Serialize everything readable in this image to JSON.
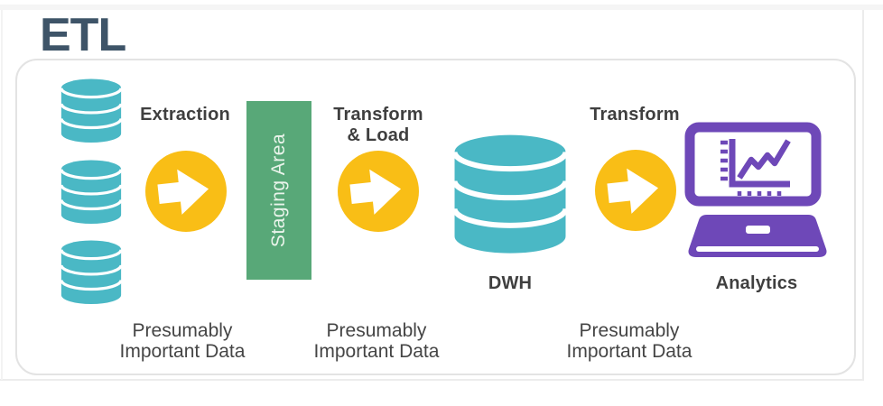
{
  "title": "ETL",
  "colors": {
    "teal": "#4AB8C5",
    "yellow": "#F9BE16",
    "green": "#58A878",
    "purple": "#6E48B8",
    "title_text": "#3E5468",
    "label_text": "#3F3F3F",
    "staging_text": "#EAF4EB",
    "panel_border": "#E3E3E3"
  },
  "stages": {
    "extraction": {
      "label": "Extraction"
    },
    "staging": {
      "label": "Staging Area"
    },
    "transform_load": {
      "line1": "Transform",
      "line2": "& Load"
    },
    "dwh": {
      "label": "DWH"
    },
    "transform": {
      "label": "Transform"
    },
    "analytics": {
      "label": "Analytics"
    }
  },
  "captions": [
    {
      "line1": "Presumably",
      "line2": "Important Data"
    },
    {
      "line1": "Presumably",
      "line2": "Important Data"
    },
    {
      "line1": "Presumably",
      "line2": "Important Data"
    }
  ],
  "icons": {
    "source": "database-icon",
    "flow": "arrow-right-circle-icon",
    "warehouse": "database-icon",
    "analytics": "laptop-chart-icon"
  }
}
